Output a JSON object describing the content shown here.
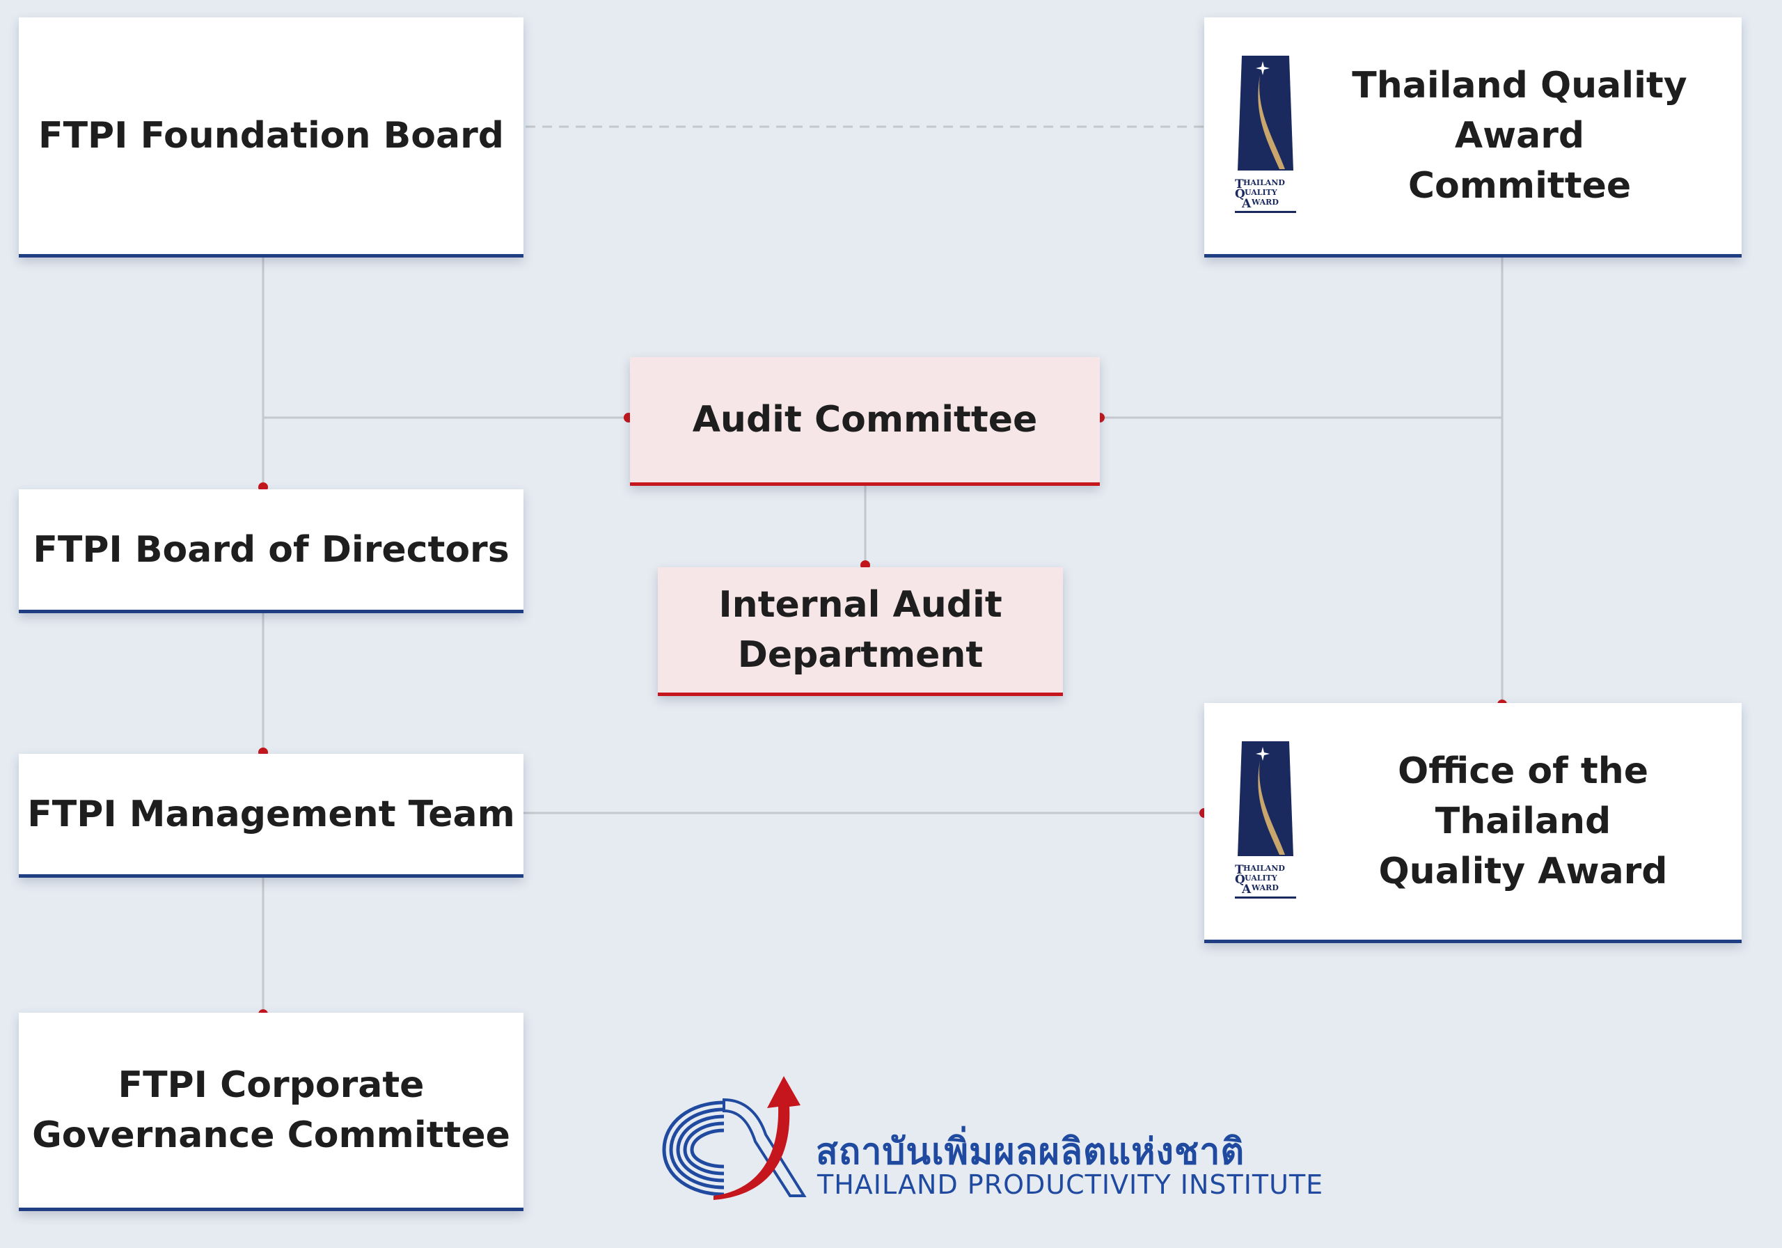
{
  "boxes": {
    "foundation_board": "FTPI Foundation Board",
    "tqa_committee": "Thailand Quality Award\nCommittee",
    "audit_committee": "Audit Committee",
    "internal_audit": "Internal Audit\nDepartment",
    "board_of_directors": "FTPI Board of Directors",
    "management_team": "FTPI Management Team",
    "office_tqa": "Office of the Thailand\nQuality Award",
    "cg_committee": "FTPI Corporate\nGovernance Committee"
  },
  "tqa_logo": {
    "line1": "HAILAND",
    "line2": "UALITY",
    "line3": "WARD",
    "initial1": "T",
    "initial2": "Q",
    "initial3": "A"
  },
  "footer": {
    "org_name_thai": "สถาบันเพิ่มผลผลิตแห่งชาติ",
    "org_name_english": "THAILAND PRODUCTIVITY INSTITUTE"
  },
  "colors": {
    "navy": "#1f3f82",
    "accent_red": "#c4161c",
    "line_gray": "#c4c7cc",
    "background": "#e6ebf2"
  }
}
